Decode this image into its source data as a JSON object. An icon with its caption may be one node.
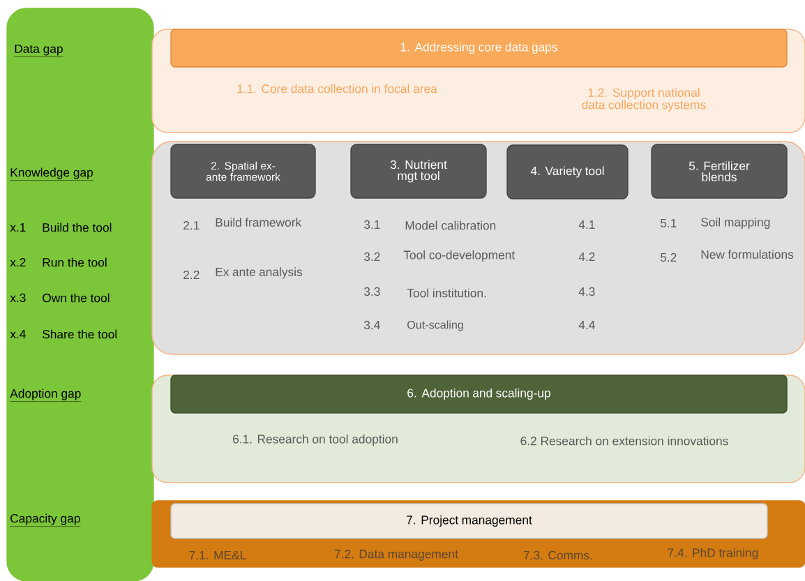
{
  "diagram": {
    "nodes": [
      {
        "text": [
          "Data gap",
          "Knowledge gap",
          "x.1",
          "Build the tool",
          "x.2",
          "Run the tool",
          "x.3",
          "Own the tool",
          "x.4",
          "Share the tool",
          "Adoption gap",
          "Capacity gap"
        ]
      },
      {
        "text": [
          "1.1. Core data collection in focal area",
          "1.2. Support national data collection systems"
        ]
      },
      {
        "text": [
          "1. Addressing core data gaps"
        ],
        "in": 1
      },
      {
        "text": [
          "2.1",
          "Build framework",
          "2.2",
          "Ex ante analysis",
          "3.1",
          "Model calibration",
          "3.2",
          "Tool co-development",
          "3.3",
          "Tool institution.",
          "3.4",
          "Out-scaling",
          "4.1",
          "4.2",
          "4.3",
          "4.4",
          "5.1",
          "Soil mapping",
          "5.2",
          "New formulations"
        ]
      },
      {
        "text": [
          "2. Spatial ex-ante framework"
        ],
        "in": 3
      },
      {
        "text": [
          "3. Nutrient mgt tool"
        ],
        "in": 3
      },
      {
        "text": [
          "4. Variety tool"
        ],
        "in": 3
      },
      {
        "text": [
          "5. Fertilizer blends"
        ],
        "in": 3
      },
      {
        "text": [
          "6.1. Research on tool adoption",
          "6.2 Research on extension innovations"
        ]
      },
      {
        "text": [
          "6. Adoption and scaling-up"
        ],
        "in": 8
      },
      {
        "text": [
          "7.1. ME&L",
          "7.2. Data management",
          "7.3. Comms.",
          "7.4. PhD training"
        ]
      },
      {
        "text": [
          "7. Project management"
        ],
        "in": 10
      }
    ]
  }
}
